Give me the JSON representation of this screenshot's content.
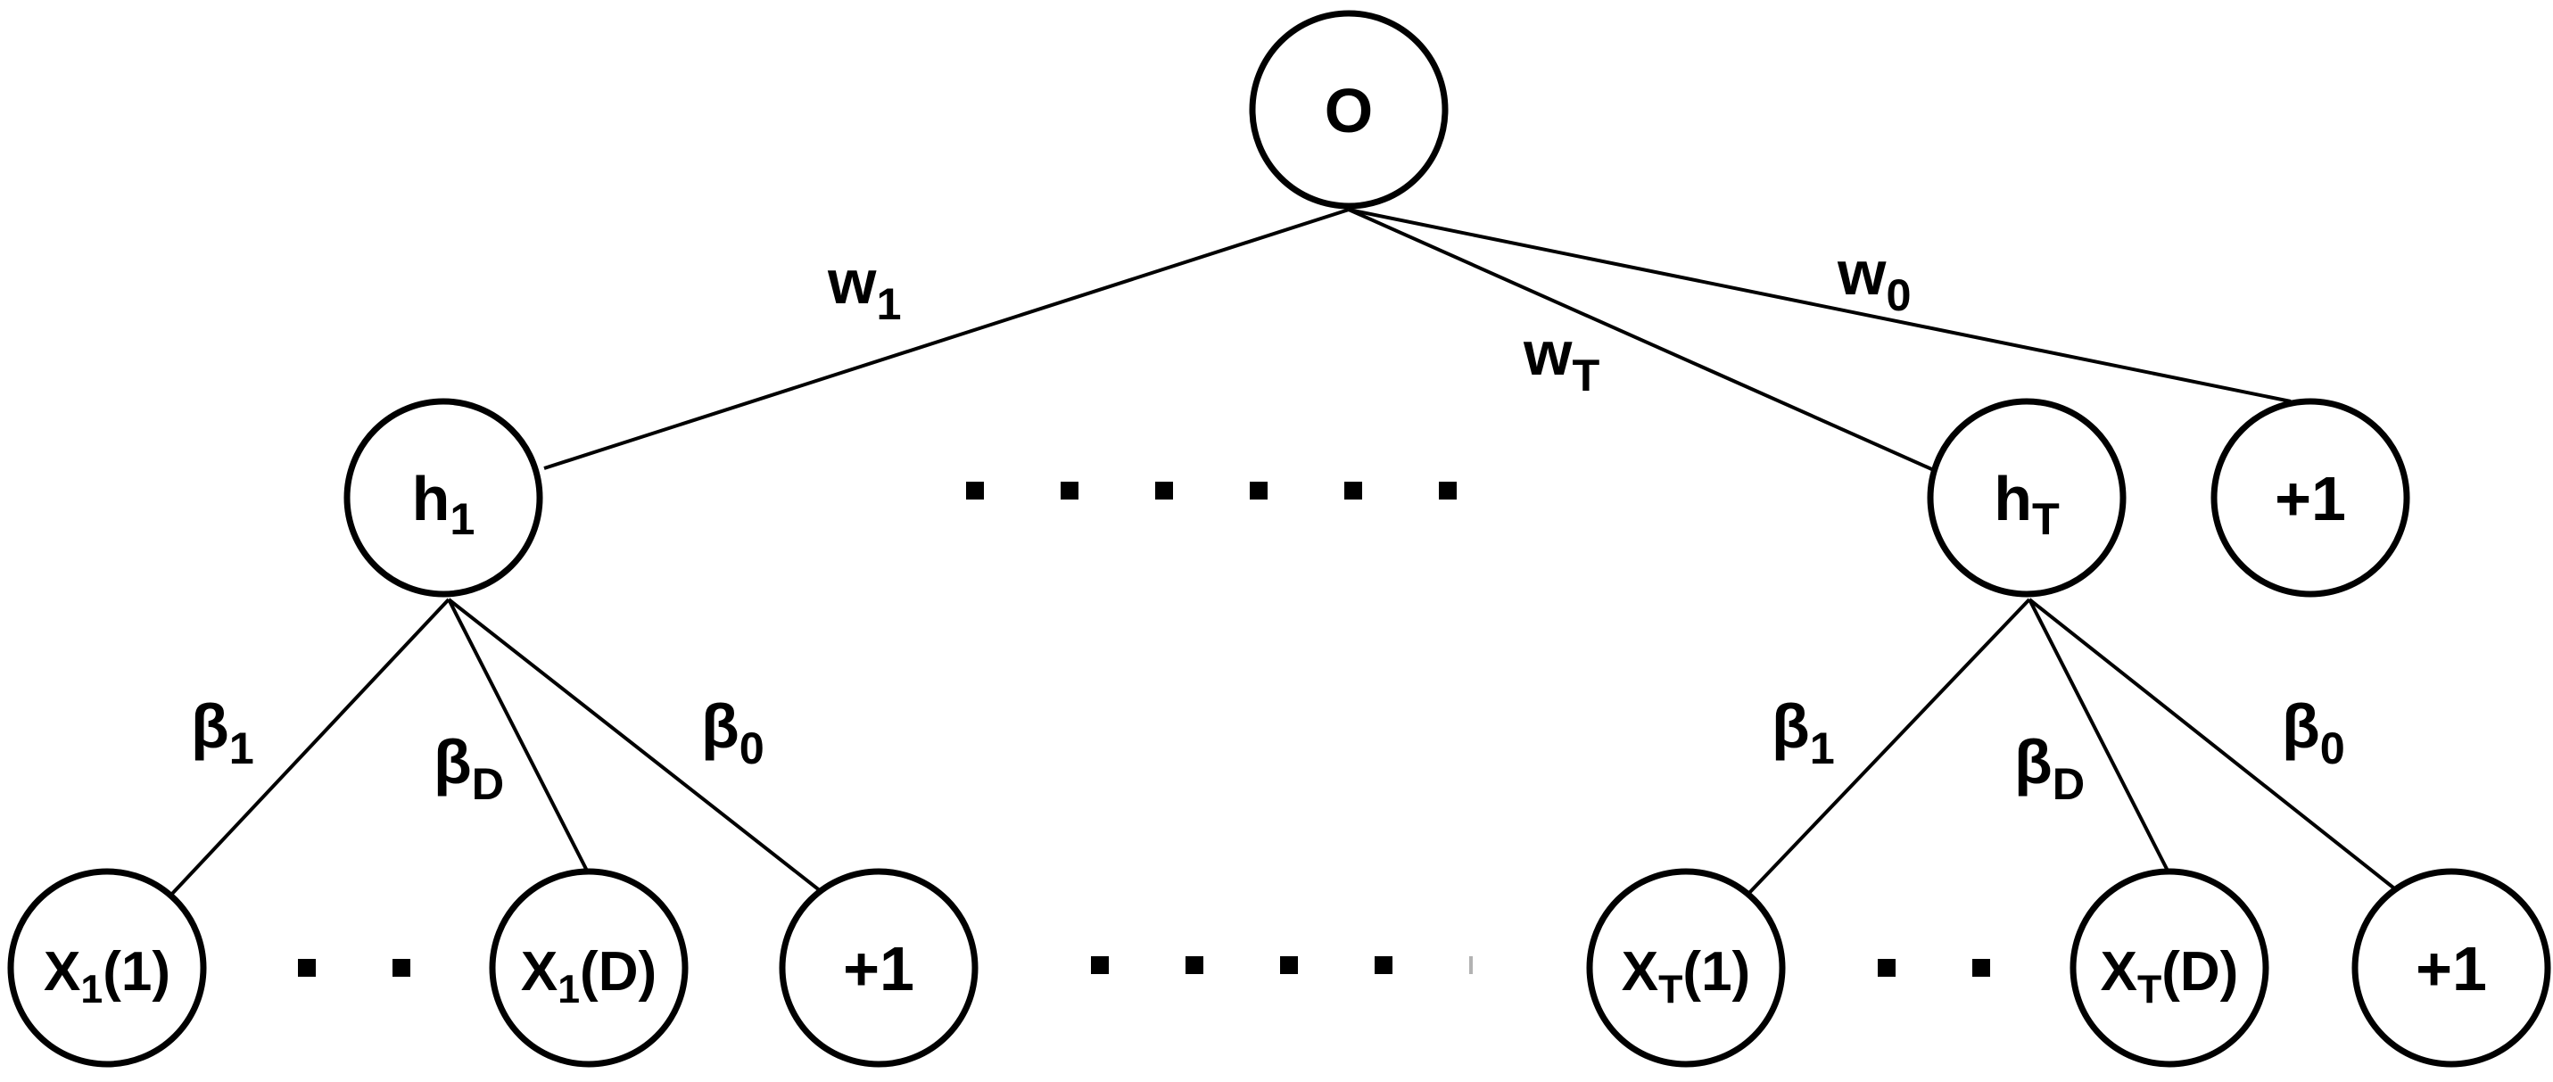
{
  "diagram": {
    "nodes": {
      "output": {
        "main": "O"
      },
      "h1": {
        "main": "h",
        "sub": "1"
      },
      "hT": {
        "main": "h",
        "sub": "T"
      },
      "bias_top": {
        "main": "+1"
      },
      "x1_1": {
        "main": "X",
        "sub": "1",
        "tail": "(1)"
      },
      "x1_D": {
        "main": "X",
        "sub": "1",
        "tail": "(D)"
      },
      "bias_left": {
        "main": "+1"
      },
      "xT_1": {
        "main": "X",
        "sub": "T",
        "tail": "(1)"
      },
      "xT_D": {
        "main": "X",
        "sub": "T",
        "tail": "(D)"
      },
      "bias_right": {
        "main": "+1"
      }
    },
    "edge_labels": {
      "w1": {
        "main": "w",
        "sub": "1"
      },
      "wT": {
        "main": "w",
        "sub": "T"
      },
      "w0": {
        "main": "w",
        "sub": "0"
      },
      "beta1_l": {
        "main": "β",
        "sub": "1"
      },
      "betaD_l": {
        "main": "β",
        "sub": "D"
      },
      "beta0_l": {
        "main": "β",
        "sub": "0"
      },
      "beta1_r": {
        "main": "β",
        "sub": "1"
      },
      "betaD_r": {
        "main": "β",
        "sub": "D"
      },
      "beta0_r": {
        "main": "β",
        "sub": "0"
      }
    }
  }
}
